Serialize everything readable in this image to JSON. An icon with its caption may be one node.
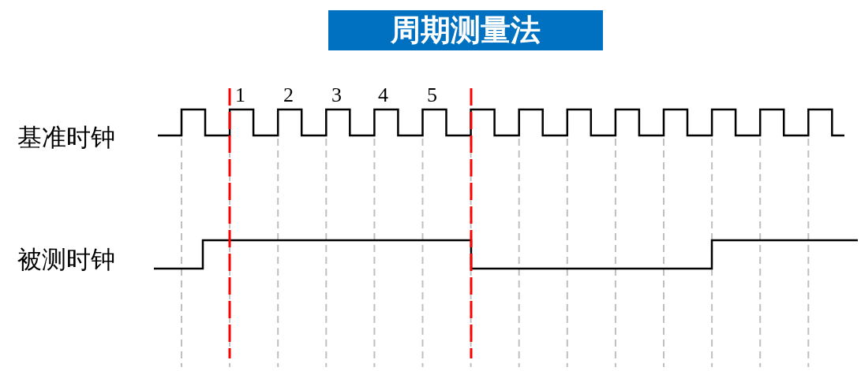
{
  "diagram": {
    "title": "周期测量法",
    "labels": [
      "1",
      "2",
      "3",
      "4",
      "5",
      "基准时钟",
      "被测时钟"
    ]
  }
}
